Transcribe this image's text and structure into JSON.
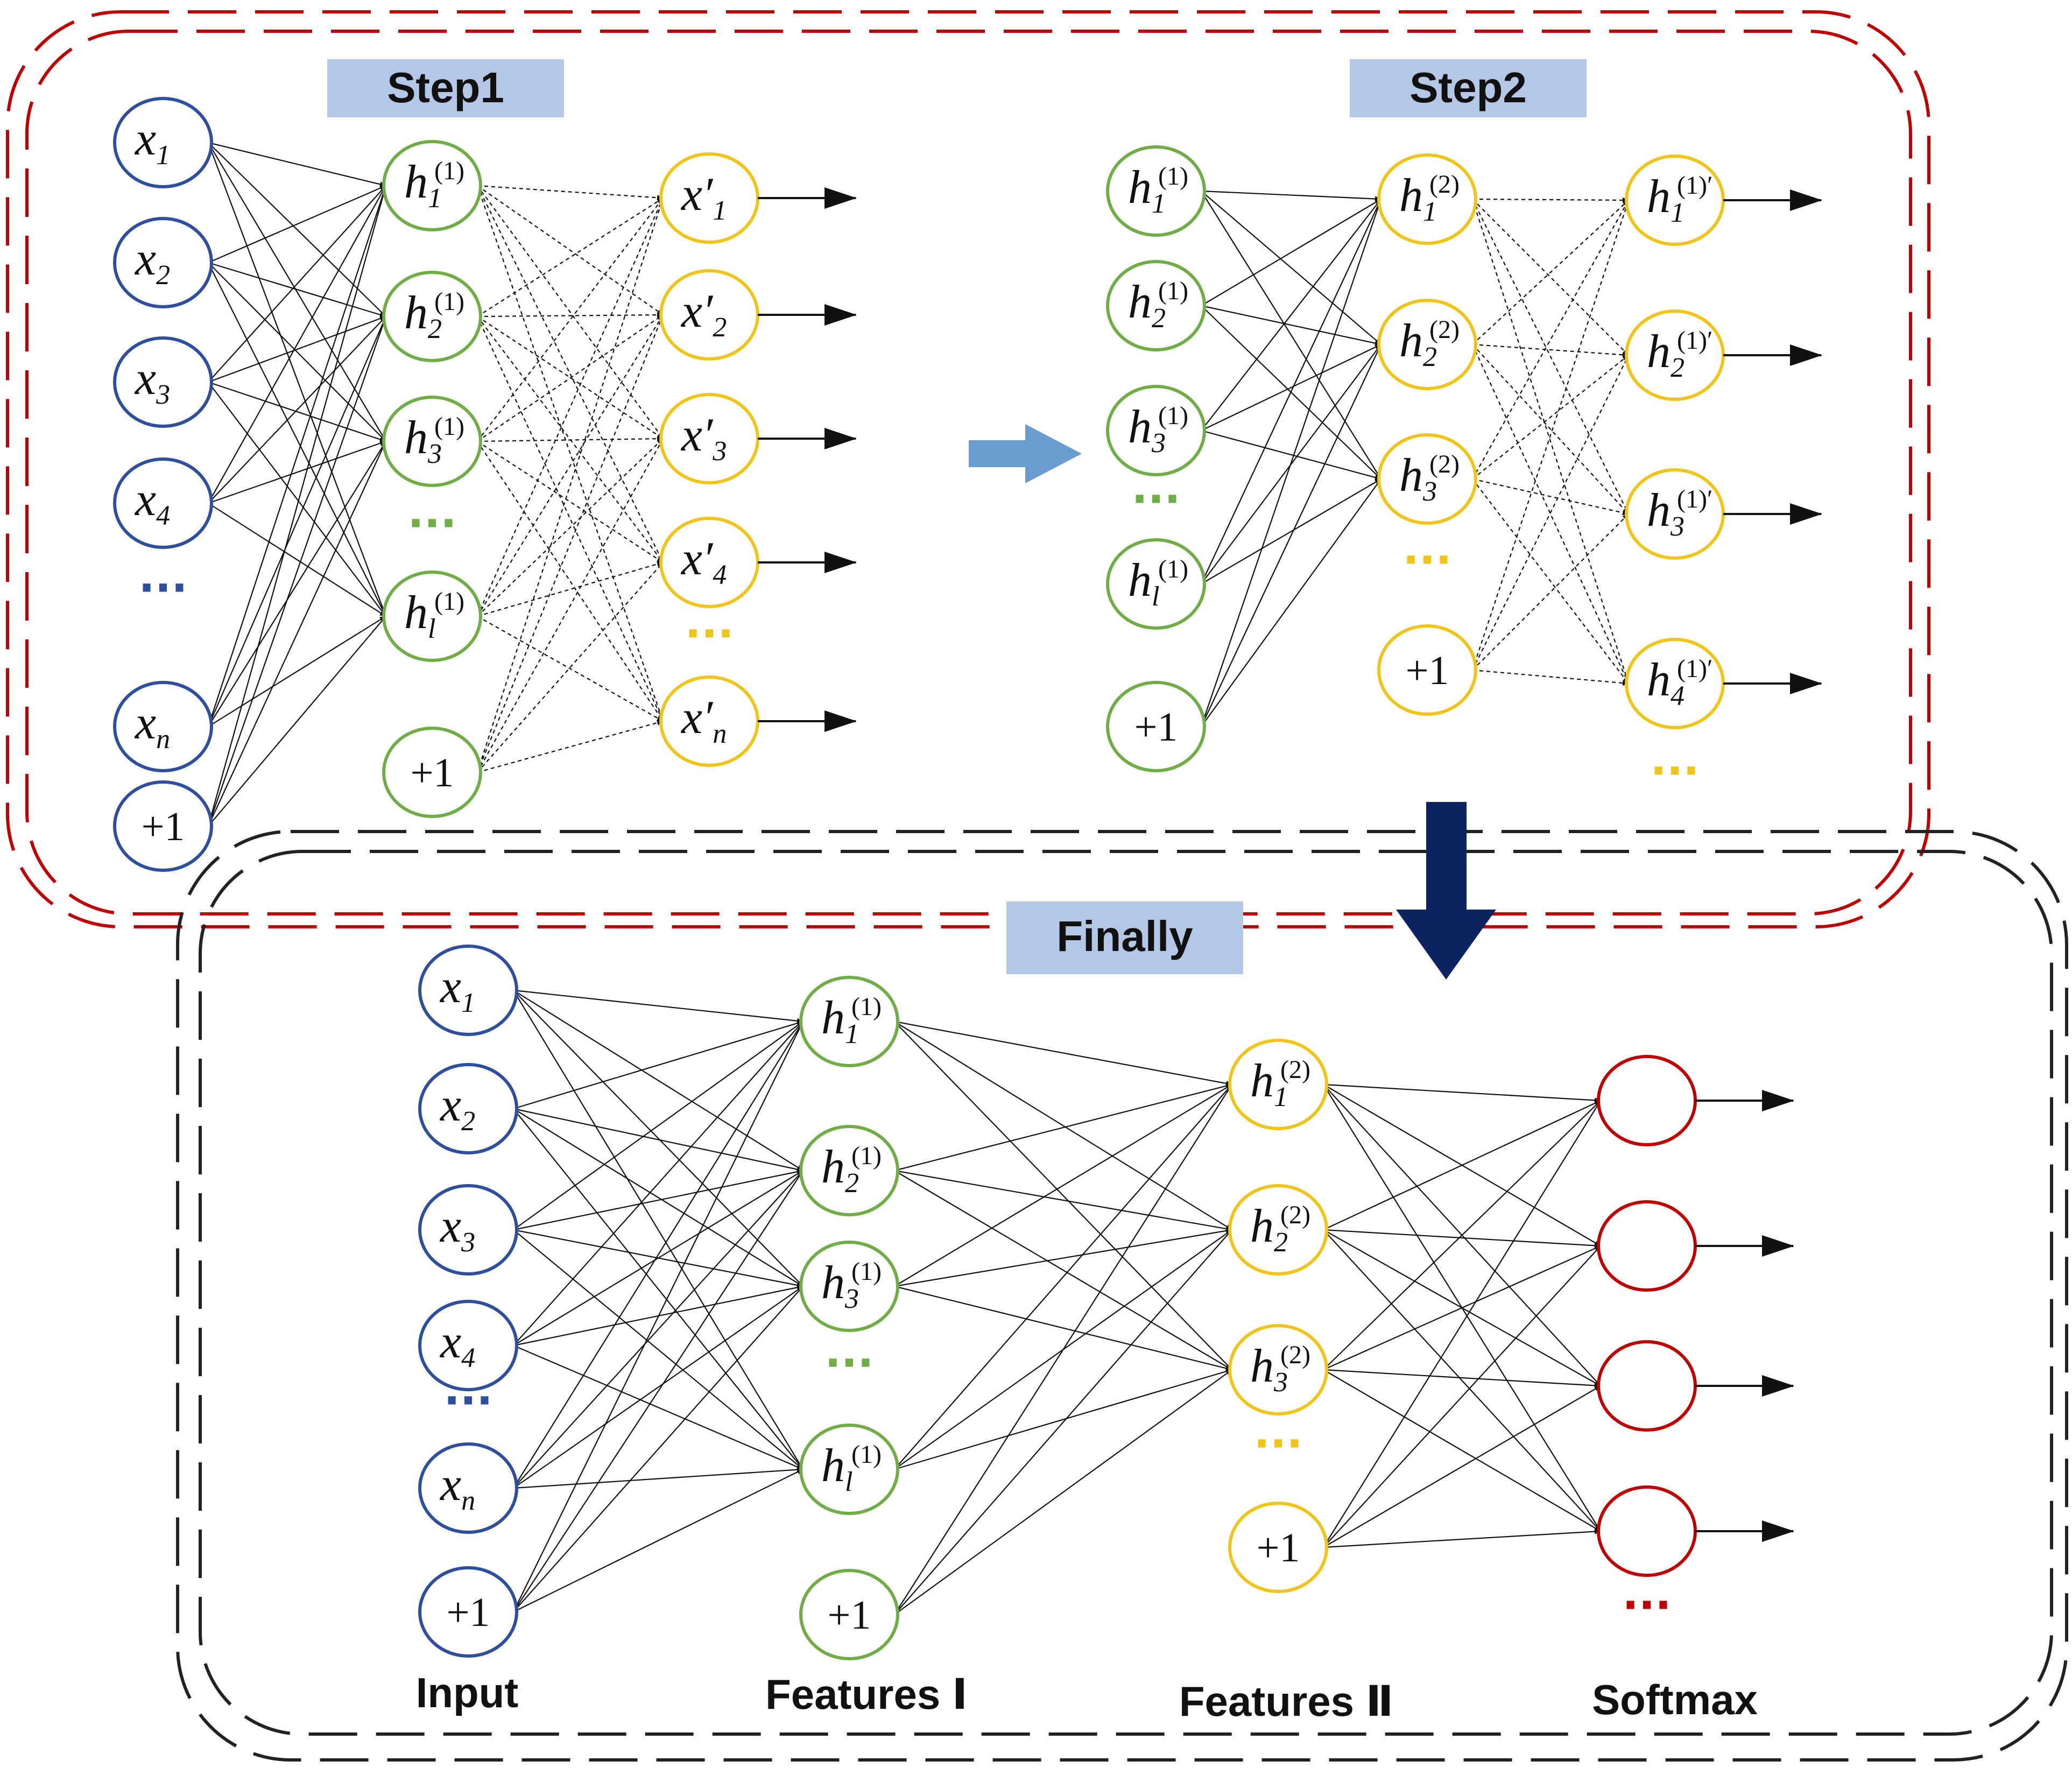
{
  "colors": {
    "input": "#2e4f9e",
    "feat1": "#70ad47",
    "feat2": "#f0c419",
    "softmax": "#c00000",
    "tag_bg": "#b4c7e7",
    "red_border": "#c00000",
    "black_border": "#222222",
    "light_arrow": "#6a9bd1",
    "dark_arrow": "#0b2461"
  },
  "labels": {
    "step1": "Step1",
    "step2": "Step2",
    "finally": "Finally",
    "input": "Input",
    "features1": "Features Ⅰ",
    "features2": "Features Ⅱ",
    "softmax": "Softmax",
    "ellipsis": "···"
  },
  "step1": {
    "inputs": [
      {
        "b": "x",
        "sub": "1"
      },
      {
        "b": "x",
        "sub": "2"
      },
      {
        "b": "x",
        "sub": "3"
      },
      {
        "b": "x",
        "sub": "4"
      },
      {
        "b": "x",
        "sub": "n"
      },
      {
        "plain": "+1"
      }
    ],
    "hidden": [
      {
        "b": "h",
        "sub": "1",
        "sup": "(1)"
      },
      {
        "b": "h",
        "sub": "2",
        "sup": "(1)"
      },
      {
        "b": "h",
        "sub": "3",
        "sup": "(1)"
      },
      {
        "b": "h",
        "sub": "l",
        "sup": "(1)"
      },
      {
        "plain": "+1"
      }
    ],
    "outputs": [
      {
        "b": "x′",
        "sub": "1"
      },
      {
        "b": "x′",
        "sub": "2"
      },
      {
        "b": "x′",
        "sub": "3"
      },
      {
        "b": "x′",
        "sub": "4"
      },
      {
        "b": "x′",
        "sub": "n"
      }
    ]
  },
  "step2": {
    "inputs": [
      {
        "b": "h",
        "sub": "1",
        "sup": "(1)"
      },
      {
        "b": "h",
        "sub": "2",
        "sup": "(1)"
      },
      {
        "b": "h",
        "sub": "3",
        "sup": "(1)"
      },
      {
        "b": "h",
        "sub": "l",
        "sup": "(1)"
      },
      {
        "plain": "+1"
      }
    ],
    "hidden": [
      {
        "b": "h",
        "sub": "1",
        "sup": "(2)"
      },
      {
        "b": "h",
        "sub": "2",
        "sup": "(2)"
      },
      {
        "b": "h",
        "sub": "3",
        "sup": "(2)"
      },
      {
        "plain": "+1"
      }
    ],
    "outputs": [
      {
        "b": "h",
        "sub": "1",
        "sup": "(1)′"
      },
      {
        "b": "h",
        "sub": "2",
        "sup": "(1)′"
      },
      {
        "b": "h",
        "sub": "3",
        "sup": "(1)′"
      },
      {
        "b": "h",
        "sub": "4",
        "sup": "(1)′"
      }
    ]
  },
  "final": {
    "inputs": [
      {
        "b": "x",
        "sub": "1"
      },
      {
        "b": "x",
        "sub": "2"
      },
      {
        "b": "x",
        "sub": "3"
      },
      {
        "b": "x",
        "sub": "4"
      },
      {
        "b": "x",
        "sub": "n"
      },
      {
        "plain": "+1"
      }
    ],
    "features1": [
      {
        "b": "h",
        "sub": "1",
        "sup": "(1)"
      },
      {
        "b": "h",
        "sub": "2",
        "sup": "(1)"
      },
      {
        "b": "h",
        "sub": "3",
        "sup": "(1)"
      },
      {
        "b": "h",
        "sub": "l",
        "sup": "(1)"
      },
      {
        "plain": "+1"
      }
    ],
    "features2": [
      {
        "b": "h",
        "sub": "1",
        "sup": "(2)"
      },
      {
        "b": "h",
        "sub": "2",
        "sup": "(2)"
      },
      {
        "b": "h",
        "sub": "3",
        "sup": "(2)"
      },
      {
        "plain": "+1"
      }
    ],
    "softmax": [
      {},
      {},
      {},
      {}
    ]
  }
}
